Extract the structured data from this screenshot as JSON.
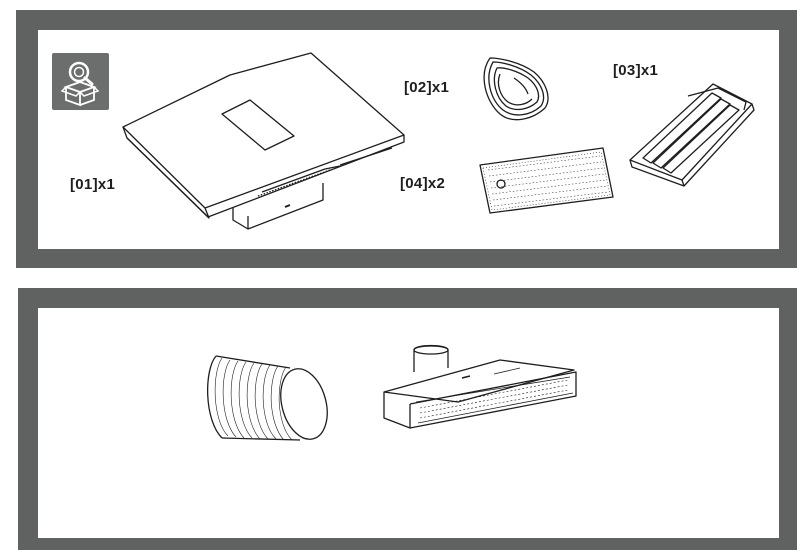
{
  "labels": {
    "part01": "[01]x1",
    "part02": "[02]x1",
    "part03": "[03]x1",
    "part04": "[04]x2"
  },
  "colors": {
    "frame": "#5f6261",
    "badge": "#6b6e6d",
    "ink": "#1e1e1e"
  },
  "icons": {
    "badge": "package-inspection-icon"
  }
}
